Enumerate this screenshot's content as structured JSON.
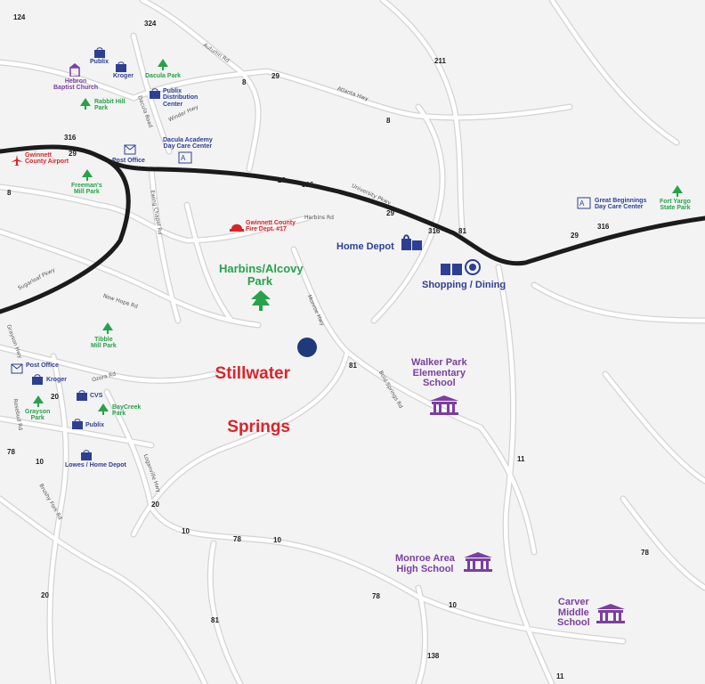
{
  "map": {
    "colors": {
      "background": "#f3f3f3",
      "minor_road": "#ffffff",
      "road_casing": "#d2d2d2",
      "highway": "#1b1b1b",
      "shopping": "#2d3f93",
      "park": "#27a24a",
      "school": "#7b3fa0",
      "emergency": "#d6262b",
      "marker": "#1f3a7a"
    },
    "subject": {
      "name_line1": "Stillwater",
      "name_line2": "Springs",
      "marker_icon": "location-dot-icon"
    },
    "parks": [
      {
        "name": "Dacula Park"
      },
      {
        "name": "Rabbit Hill\nPark"
      },
      {
        "name": "Freeman's\nMill Park"
      },
      {
        "name": "Harbins/Alcovy\nPark"
      },
      {
        "name": "Tibble\nMill Park"
      },
      {
        "name": "Grayson\nPark"
      },
      {
        "name": "BayCreek\nPark"
      },
      {
        "name": "Fort Yargo\nState Park"
      }
    ],
    "shopping": [
      {
        "name": "Publix"
      },
      {
        "name": "Kroger"
      },
      {
        "name": "Publix\nDistribution\nCenter"
      },
      {
        "name": "Post Office"
      },
      {
        "name": "Home Depot"
      },
      {
        "name": "Shopping / Dining"
      },
      {
        "name": "Post Office"
      },
      {
        "name": "Kroger"
      },
      {
        "name": "CVS"
      },
      {
        "name": "Publix"
      },
      {
        "name": "Lowes / Home Depot"
      },
      {
        "name": "Dacula Academy\nDay Care Center"
      },
      {
        "name": "Great Beginnings\nDay Care Center"
      }
    ],
    "schools": [
      {
        "name": "Walker Park\nElementary\nSchool"
      },
      {
        "name": "Monroe Area\nHigh School"
      },
      {
        "name": "Carver\nMiddle\nSchool"
      }
    ],
    "other": [
      {
        "name": "Hebron\nBaptist Church"
      },
      {
        "name": "Gwinnett\nCounty Airport"
      },
      {
        "name": "Gwinnett County\nFire Dept. #17"
      }
    ],
    "route_shields": [
      "124",
      "324",
      "211",
      "29",
      "8",
      "8",
      "316",
      "29",
      "8",
      "29",
      "316",
      "29",
      "316",
      "81",
      "29",
      "316",
      "81",
      "20",
      "78",
      "10",
      "20",
      "10",
      "78",
      "10",
      "11",
      "78",
      "78",
      "10",
      "20",
      "81",
      "138",
      "11"
    ],
    "road_names": [
      "Autumn Rd",
      "Atlanta Hwy",
      "Dacula Road",
      "Winder Hwy",
      "University Pkwy",
      "Harbins Rd",
      "Ewing Chapel Rd",
      "Sugarloaf Pkwy",
      "New Hope Rd",
      "Monroe Hwy",
      "Grayson Hwy",
      "Ozora Rd",
      "Rosebud Rd",
      "Brushy Fork Rd",
      "Loganville Hwy",
      "Bold Springs Rd"
    ]
  }
}
